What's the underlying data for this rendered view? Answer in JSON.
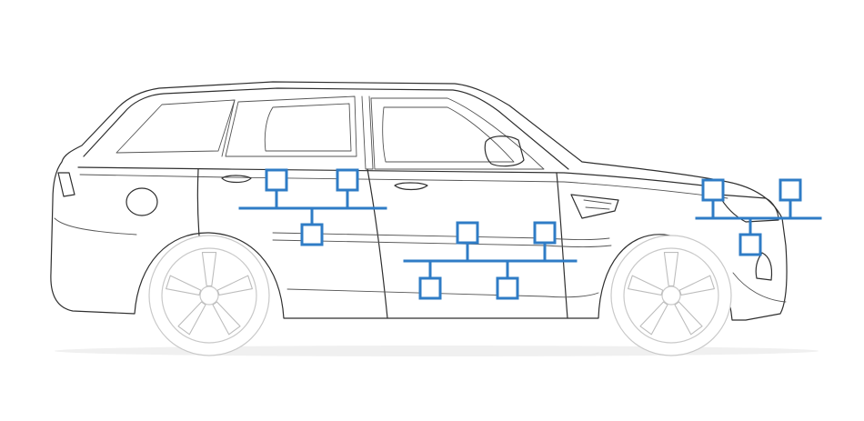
{
  "colors": {
    "network": "#2f7cc6",
    "outline": "#2f2f2f",
    "wheel": "#c9c9c9",
    "background": "#ffffff"
  },
  "illustration": {
    "subject": "suv-side-view",
    "wheel_spokes": 5
  },
  "network": {
    "segments": [
      {
        "name": "front-door-bus",
        "top_nodes": 2,
        "bottom_nodes": 1
      },
      {
        "name": "rear-door-bus",
        "top_nodes": 2,
        "bottom_nodes": 2
      },
      {
        "name": "front-end-bus",
        "top_nodes": 2,
        "bottom_nodes": 1
      }
    ]
  }
}
